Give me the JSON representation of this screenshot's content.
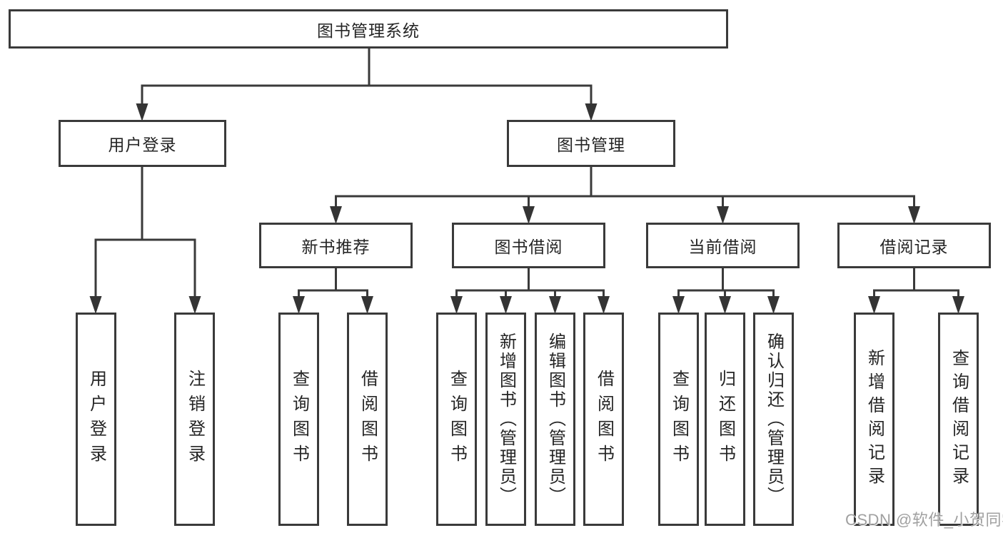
{
  "title": {
    "label": "图书管理系统"
  },
  "modules": {
    "user_login": {
      "label": "用户登录"
    },
    "book_mgmt": {
      "label": "图书管理"
    }
  },
  "submodules": {
    "new_books": {
      "label": "新书推荐"
    },
    "book_borrow": {
      "label": "图书借阅"
    },
    "current_borrow": {
      "label": "当前借阅"
    },
    "borrow_records": {
      "label": "借阅记录"
    }
  },
  "functions": {
    "login": {
      "label": "用户登录"
    },
    "logout": {
      "label": "注销登录"
    },
    "nb_search": {
      "label": "查询图书"
    },
    "nb_borrow": {
      "label": "借阅图书"
    },
    "bw_search": {
      "label": "查询图书"
    },
    "bw_add": {
      "label": "新增图书（管理员）"
    },
    "bw_edit": {
      "label": "编辑图书（管理员）"
    },
    "bw_borrow": {
      "label": "借阅图书"
    },
    "cur_search": {
      "label": "查询图书"
    },
    "cur_return": {
      "label": "归还图书"
    },
    "cur_confirm": {
      "label": "确认归还（管理员）"
    },
    "rec_add": {
      "label": "新增借阅记录"
    },
    "rec_search": {
      "label": "查询借阅记录"
    }
  },
  "structure": {
    "图书管理系统": [
      "用户登录",
      "图书管理"
    ],
    "用户登录": [
      "用户登录",
      "注销登录"
    ],
    "图书管理": [
      "新书推荐",
      "图书借阅",
      "当前借阅",
      "借阅记录"
    ],
    "新书推荐": [
      "查询图书",
      "借阅图书"
    ],
    "图书借阅": [
      "查询图书",
      "新增图书（管理员）",
      "编辑图书（管理员）",
      "借阅图书"
    ],
    "当前借阅": [
      "查询图书",
      "归还图书",
      "确认归还（管理员）"
    ],
    "借阅记录": [
      "新增借阅记录",
      "查询借阅记录"
    ]
  },
  "watermark": {
    "label": "CSDN @软件_小贺同学"
  },
  "colors": {
    "line": "#3a3a3a",
    "box_border": "#3a3a3a",
    "text": "#252525",
    "watermark": "#a0a0a0",
    "background": "#ffffff"
  }
}
